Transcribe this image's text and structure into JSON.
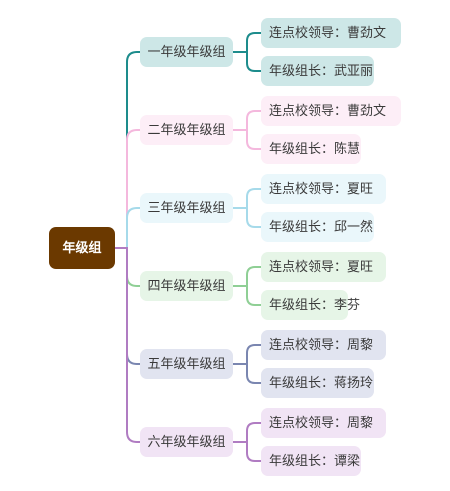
{
  "root": {
    "label": "年级组",
    "color": "#6b3900"
  },
  "grades": [
    {
      "label": "一年级年级组",
      "line": "#1d8c8c",
      "fill": "#cde7e7",
      "leaves": [
        {
          "label": "连点校领导：曹劲文"
        },
        {
          "label": "年级组长：武亚丽"
        }
      ]
    },
    {
      "label": "二年级年级组",
      "line": "#f4b8dd",
      "fill": "#fdeef7",
      "leaves": [
        {
          "label": "连点校领导：曹劲文"
        },
        {
          "label": "年级组长：陈慧"
        }
      ]
    },
    {
      "label": "三年级年级组",
      "line": "#a6daea",
      "fill": "#eaf7fb",
      "leaves": [
        {
          "label": "连点校领导：夏旺"
        },
        {
          "label": "年级组长：邱一然"
        }
      ]
    },
    {
      "label": "四年级年级组",
      "line": "#8fcf95",
      "fill": "#e6f5e7",
      "leaves": [
        {
          "label": "连点校领导：夏旺"
        },
        {
          "label": "年级组长：李芬"
        }
      ]
    },
    {
      "label": "五年级年级组",
      "line": "#7a86b0",
      "fill": "#e1e4f0",
      "leaves": [
        {
          "label": "连点校领导：周黎"
        },
        {
          "label": "年级组长：蒋扬玲"
        }
      ]
    },
    {
      "label": "六年级年级组",
      "line": "#b07cc2",
      "fill": "#f1e4f5",
      "leaves": [
        {
          "label": "连点校领导：周黎"
        },
        {
          "label": "年级组长：谭梁"
        }
      ]
    }
  ]
}
